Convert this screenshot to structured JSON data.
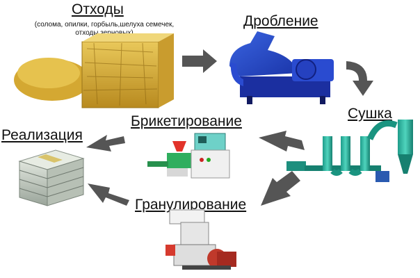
{
  "nodes": {
    "waste": {
      "title": "Отходы",
      "note_line1": "(солома, опилки, горбыль,шелуха семечек,",
      "note_line2": "отходы зерновых)"
    },
    "crushing": {
      "title": "Дробление"
    },
    "drying": {
      "title": "Сушка"
    },
    "briquetting": {
      "title": "Брикетирование"
    },
    "granulation": {
      "title": "Гранулирование"
    },
    "sale": {
      "title": "Реализация"
    }
  }
}
